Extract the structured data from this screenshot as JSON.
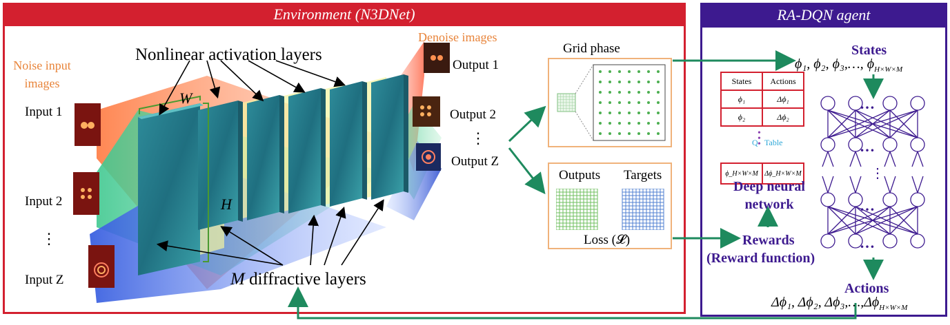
{
  "environment": {
    "title": "Environment (N3DNet)"
  },
  "agent": {
    "title": "RA-DQN agent"
  },
  "labels": {
    "nonlinear": "Nonlinear activation layers",
    "noise_input": "Noise input images",
    "denoise": "Denoise images",
    "w": "W",
    "h": "H",
    "m": "M",
    "diffractive": "diffractive layers",
    "inputs": [
      "Input 1",
      "Input 2",
      "⋮",
      "Input Z"
    ],
    "outputs": [
      "Output 1",
      "Output 2",
      "⋮",
      "Output Z"
    ]
  },
  "grid_phase": {
    "title": "Grid phase"
  },
  "loss_panel": {
    "outputs": "Outputs",
    "targets": "Targets",
    "loss": "Loss (𝓛)"
  },
  "q_table": {
    "header": [
      "States",
      "Actions"
    ],
    "rows": [
      [
        "ϕ₁",
        "Δϕ₁"
      ],
      [
        "ϕ₂",
        "Δϕ₂"
      ],
      [
        "ϕ_H×W×M",
        "Δϕ_H×W×M"
      ]
    ],
    "q_label": "Q",
    "table_label": "Table"
  },
  "agent_labels": {
    "states": "States",
    "states_formula": "ϕ₁, ϕ₂, ϕ₃,…, ϕ",
    "states_sub": "H×W×M",
    "dnn": "Deep neural network",
    "rewards": "Rewards",
    "reward_function": "(Reward function)",
    "actions": "Actions",
    "actions_formula": "Δϕ₁, Δϕ₂, Δϕ₃,…,Δϕ",
    "actions_sub": "H×W×M",
    "ellipsis": "…"
  },
  "colors": {
    "env": "#d3202f",
    "agent": "#3d1a8f",
    "arrow": "#1e8a5e",
    "accent": "#e8843a"
  }
}
